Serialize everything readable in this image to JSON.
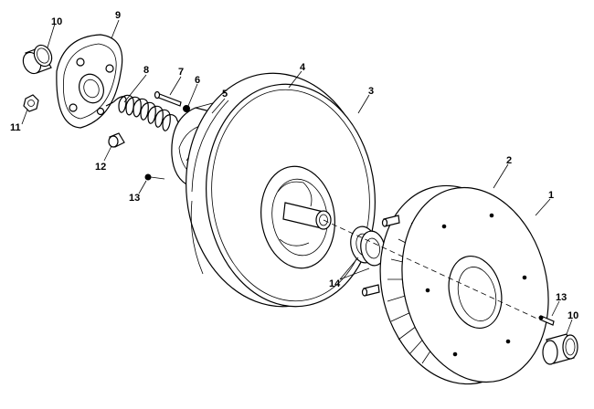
{
  "callouts": {
    "c10a": "10",
    "c9": "9",
    "c11": "11",
    "c12": "12",
    "c8": "8",
    "c7": "7",
    "c6": "6",
    "c5": "5",
    "c4": "4",
    "c3": "3",
    "c13a": "13",
    "c2": "2",
    "c1": "1",
    "c14": "14",
    "c13b": "13",
    "c10b": "10"
  }
}
